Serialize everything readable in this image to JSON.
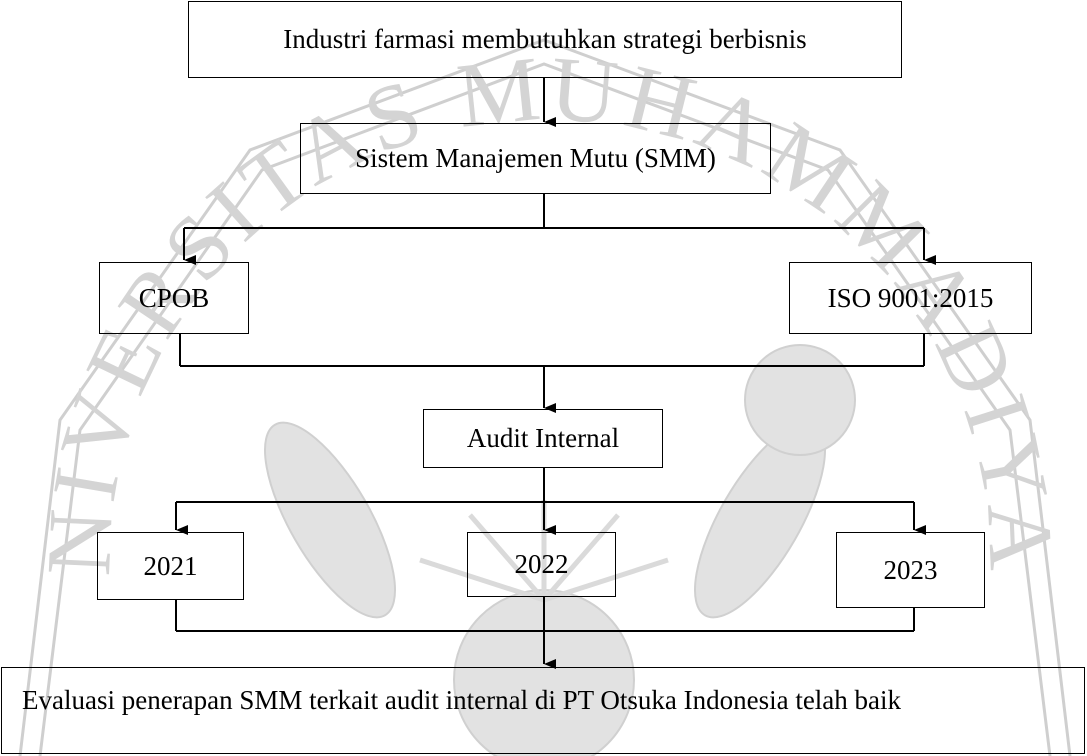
{
  "watermark": {
    "text": "UNIVERSITAS MUHAMMADIYAH",
    "color": "#c8c8c8"
  },
  "diagram": {
    "top": "Industri farmasi membutuhkan strategi berbisnis",
    "smm": "Sistem Manajemen Mutu (SMM)",
    "cpob": "CPOB",
    "iso": "ISO 9001:2015",
    "audit": "Audit Internal",
    "y2021": "2021",
    "y2022": "2022",
    "y2023": "2023",
    "bottom": "Evaluasi penerapan SMM terkait audit internal di PT Otsuka Indonesia telah baik"
  }
}
